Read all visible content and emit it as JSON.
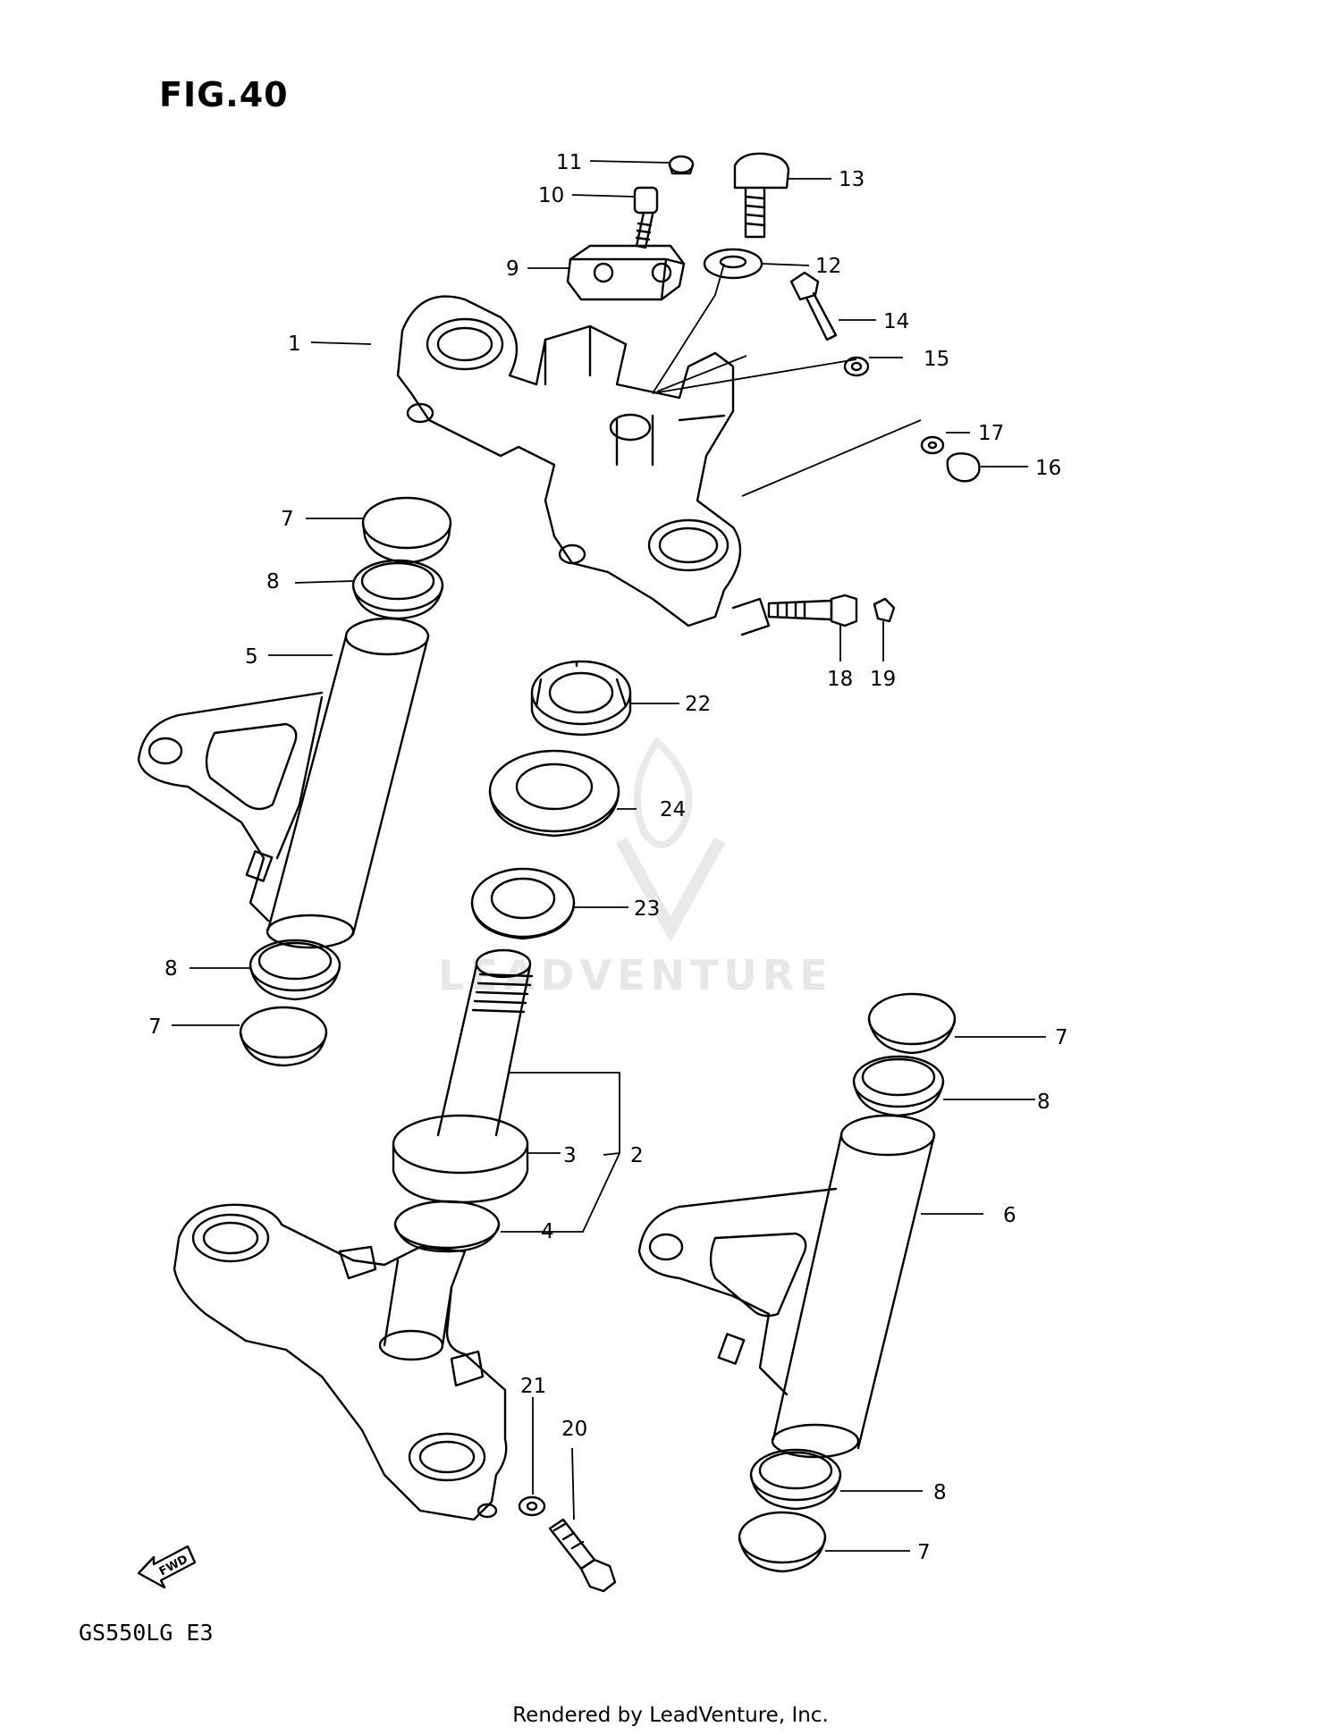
{
  "figure_title": "FIG.40",
  "model_code": "GS550LG E3",
  "footer_text": "Rendered by LeadVenture, Inc.",
  "watermark_text": "LEADVENTURE",
  "fwd_label": "FWD",
  "callouts": {
    "c1": "1",
    "c2": "2",
    "c3": "3",
    "c4": "4",
    "c5": "5",
    "c6": "6",
    "c7a": "7",
    "c7b": "7",
    "c7c": "7",
    "c7d": "7",
    "c8a": "8",
    "c8b": "8",
    "c8c": "8",
    "c8d": "8",
    "c9": "9",
    "c10": "10",
    "c11": "11",
    "c12": "12",
    "c13": "13",
    "c14": "14",
    "c15": "15",
    "c16": "16",
    "c17": "17",
    "c18": "18",
    "c19": "19",
    "c20": "20",
    "c21": "21",
    "c22": "22",
    "c23": "23",
    "c24": "24"
  }
}
